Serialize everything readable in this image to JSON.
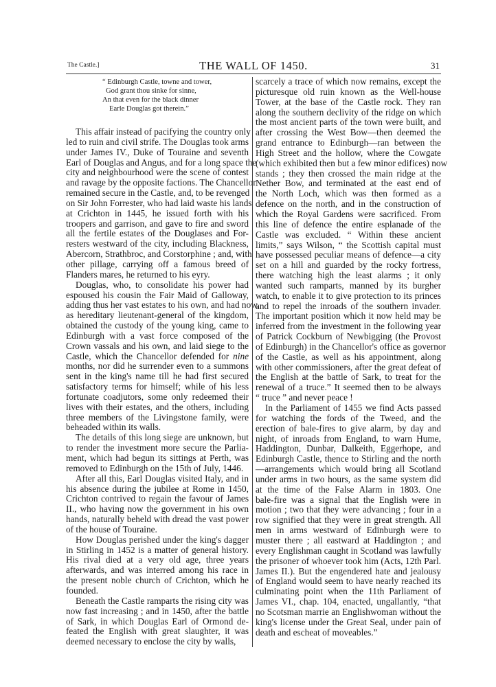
{
  "running_head": {
    "left": "The Castle.]",
    "title": "THE WALL OF 1450.",
    "page_number": "31"
  },
  "left_column": {
    "verse": [
      "“ Edinburgh Castle, towne and tower,",
      "God grant thou sinke for sinne,",
      "An that even for the black dinner",
      "Earle Douglas got therein.”"
    ],
    "paragraphs": [
      {
        "lines": [
          "This affair instead of pacifying the country only",
          "led to ruin and civil strife.   The Douglas took arms",
          "under James IV., Duke of Touraine and seventh",
          "Earl of Douglas and Angus, and for a long space the",
          "city and neighbourhood were the scene of contest",
          "and ravage by the opposite factions.  The Chancellor",
          "remained secure in the Castle, and, to be revenged",
          "on Sir John Forrester, who had laid waste his lands",
          "at Crichton in 1445, he issued forth with his",
          "troopers and garrison, and gave to fire and sword",
          "all the fertile estates of the Douglases and For-",
          "resters westward of the city, including Blackness,",
          "Abercorn, Strathbroc, and Corstorphine ; and, with",
          "other pillage, carrying off a famous breed of",
          "Flanders mares, he returned to his eyry."
        ]
      },
      {
        "lines": [
          "Douglas, who, to consolidate his power had",
          "espoused his cousin the Fair Maid of Galloway,",
          "adding thus her vast estates to his own, and had now,",
          "as hereditary lieutenant-general of the kingdom,",
          "obtained the custody of the young king, came to",
          "Edinburgh with a vast force composed of the",
          "Crown vassals and his own, and laid siege to the",
          "Castle, which the Chancellor defended for",
          "months, nor did he surrender even to a summons",
          "sent in the king's name till he had first secured",
          "satisfactory terms for himself; while of his less",
          "fortunate coadjutors, some only redeemed their",
          "lives with their estates, and the others, including",
          "three members of the Livingstone family, were",
          "beheaded within its walls."
        ],
        "italic_word": "nine"
      },
      {
        "lines": [
          "The details of this long siege are unknown, but",
          "to render the investment more secure the Parlia-",
          "ment, which had begun its sittings at Perth, was",
          "removed to Edinburgh on the 15th of July, 1446."
        ]
      },
      {
        "lines": [
          "After all this, Earl Douglas visited Italy, and in",
          "his absence during the jubilee at Rome in 1450,",
          "Crichton contrived to regain the favour of James",
          "II., who having now the government in his own",
          "hands, naturally beheld with dread the vast power",
          "of the house of Touraine."
        ]
      },
      {
        "lines": [
          "How Douglas perished under the king's dagger",
          "in Stirling in 1452 is a matter of general history.",
          "His rival died at a very old age, three years",
          "afterwards, and was interred among his race in",
          "the present noble church of Crichton, which he",
          "founded."
        ]
      },
      {
        "lines": [
          "Beneath the Castle ramparts the rising city was",
          "now fast increasing ; and in 1450, after the battle",
          "of Sark, in which Douglas Earl of Ormond de-",
          "feated the English with great slaughter, it was",
          "deemed necessary to enclose the city by walls,"
        ]
      }
    ]
  },
  "right_column": {
    "paragraphs": [
      {
        "continuation": true,
        "lines": [
          "scarcely a trace of which now remains, except the",
          "picturesque old ruin known as the Well-house",
          "Tower, at the base of the Castle rock.  They ran",
          "along the southern declivity of the ridge on which",
          "the most ancient parts of the town were built, and",
          "after crossing the West Bow—then deemed the",
          "grand entrance to Edinburgh—ran between the",
          "High Street and the hollow, where the Cowgate",
          "(which exhibited then but a few minor edifices) now",
          "stands ; they then crossed the main ridge at the",
          "Nether Bow, and terminated at the east end of",
          "the North Loch, which was then formed as a",
          "defence on the north, and in the construction of",
          "which the Royal Gardens were sacrificed.  From",
          "this line of defence the entire esplanade of the",
          "Castle was excluded.   “ Within these ancient",
          "limits,” says Wilson, “ the Scottish capital must",
          "have possessed peculiar means of defence—a city",
          "set on a hill and guarded by the rocky fortress,",
          "there watching high the least alarms ; it only",
          "wanted such ramparts, manned by its burgher",
          "watch, to enable it to give protection to its princes",
          "and to repel the inroads of the southern invader.",
          "The important position which it now held may be",
          "inferred from the investment in the following year",
          "of Patrick Cockburn of Newbigging (the Provost",
          "of Edinburgh) in the Chancellor's office as governor",
          "of the Castle, as well as his appointment, along",
          "with other commissioners, after the great defeat of",
          "the English at the battle of Sark, to treat for the",
          "renewal of a truce.”   It seemed then to be always",
          "“ truce ” and never peace !"
        ]
      },
      {
        "lines": [
          "In the Parliament of 1455 we find Acts passed",
          "for watching the fords of the Tweed, and the",
          "erection of bale-fires to give alarm, by day and",
          "night, of inroads from England, to warn Hume,",
          "Haddington, Dunbar, Dalkeith, Eggerhope, and",
          "Edinburgh Castle, thence to Stirling and the north",
          "—arrangements which would bring all Scotland",
          "under arms in two hours, as the same system did",
          "at the time of the False Alarm in 1803.   One",
          "bale-fire was a signal that the English were in",
          "motion ; two that they were advancing ; four in a",
          "row signified that they were in great strength.  All",
          "men in arms westward of Edinburgh were to",
          "muster there ; all eastward at Haddington ; and",
          "every Englishman caught in Scotland was lawfully",
          "the prisoner of whoever took him (Acts, 12th Parl.",
          "James II.).   But the engendered hate and jealousy",
          "of England would seem to have nearly reached its",
          "culminating point when the 11th Parliament of",
          "James VI., chap. 104, enacted, ungallantly, “that",
          "no Scotsman marrie an Englishwoman without the",
          "king's license under the Great Seal, under pain of",
          "death and escheat of moveables.”"
        ]
      }
    ]
  }
}
